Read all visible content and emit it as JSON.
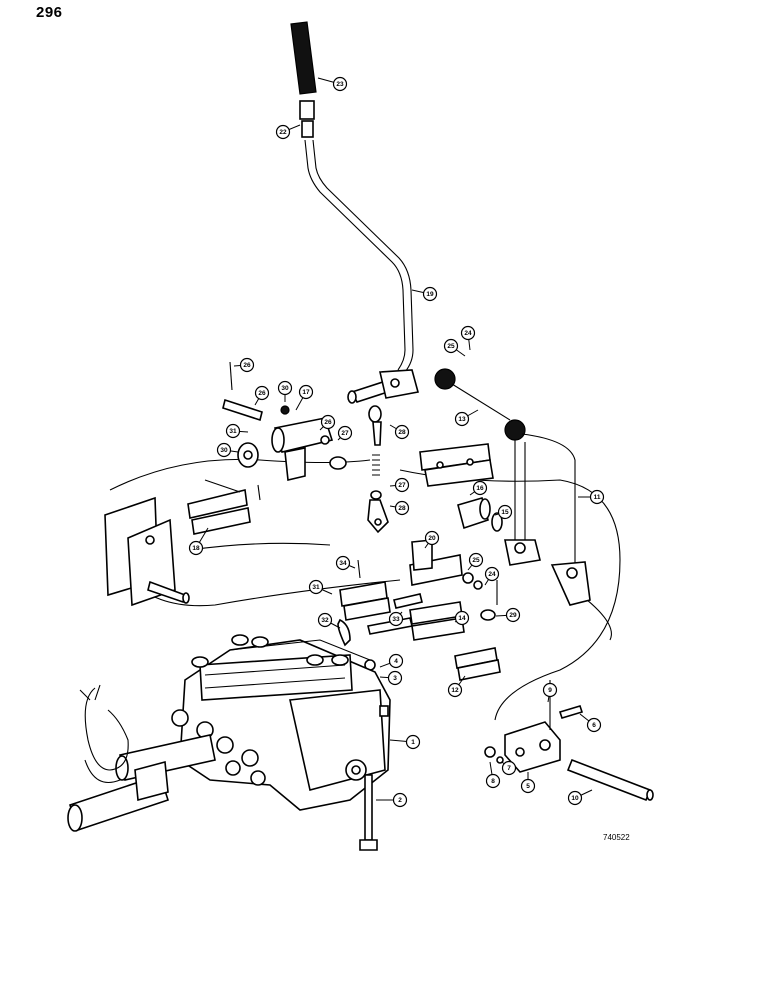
{
  "page_number": "296",
  "drawing_code": "740522",
  "callouts": [
    {
      "label": "23"
    },
    {
      "label": "22"
    },
    {
      "label": "19"
    },
    {
      "label": "24"
    },
    {
      "label": "25"
    },
    {
      "label": "13"
    },
    {
      "label": "26"
    },
    {
      "label": "30"
    },
    {
      "label": "17"
    },
    {
      "label": "26"
    },
    {
      "label": "31"
    },
    {
      "label": "30"
    },
    {
      "label": "26"
    },
    {
      "label": "27"
    },
    {
      "label": "28"
    },
    {
      "label": "27"
    },
    {
      "label": "28"
    },
    {
      "label": "16"
    },
    {
      "label": "15"
    },
    {
      "label": "11"
    },
    {
      "label": "18"
    },
    {
      "label": "20"
    },
    {
      "label": "25"
    },
    {
      "label": "24"
    },
    {
      "label": "34"
    },
    {
      "label": "31"
    },
    {
      "label": "32"
    },
    {
      "label": "33"
    },
    {
      "label": "14"
    },
    {
      "label": "29"
    },
    {
      "label": "12"
    },
    {
      "label": "4"
    },
    {
      "label": "3"
    },
    {
      "label": "1"
    },
    {
      "label": "2"
    },
    {
      "label": "9"
    },
    {
      "label": "6"
    },
    {
      "label": "8"
    },
    {
      "label": "7"
    },
    {
      "label": "5"
    },
    {
      "label": "10"
    }
  ]
}
